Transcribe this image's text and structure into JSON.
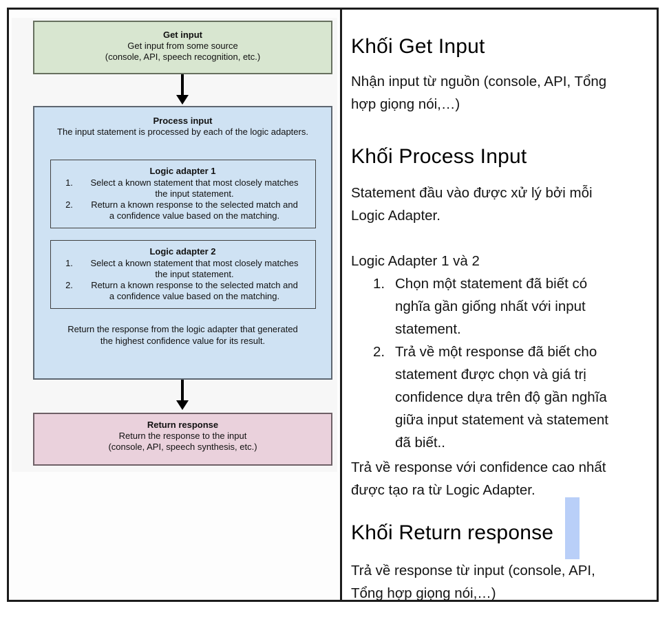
{
  "diagram": {
    "get_input_box": {
      "title": "Get input",
      "lines": [
        "Get input from some source",
        "(console, API, speech recognition, etc.)"
      ]
    },
    "process_box": {
      "title": "Process input",
      "subtitle": "The input statement is processed by each of the logic adapters.",
      "adapters": [
        {
          "title": "Logic adapter 1",
          "items": [
            {
              "num": "1.",
              "lines": [
                "Select a known statement that most closely matches",
                "the input statement."
              ]
            },
            {
              "num": "2.",
              "lines": [
                "Return a known response to the selected match and",
                "a confidence value based on the matching."
              ]
            }
          ]
        },
        {
          "title": "Logic adapter 2",
          "items": [
            {
              "num": "1.",
              "lines": [
                "Select a known statement that most closely matches",
                "the input statement."
              ]
            },
            {
              "num": "2.",
              "lines": [
                "Return a known response to the selected match and",
                "a confidence value based on the matching."
              ]
            }
          ]
        }
      ],
      "footer_lines": [
        "Return the response from the logic adapter that generated",
        "the highest confidence value for its result."
      ]
    },
    "return_box": {
      "title": "Return response",
      "lines": [
        "Return the response to the input",
        "(console, API, speech synthesis, etc.)"
      ]
    },
    "colors": {
      "get_input_fill": "#d8e6d0",
      "process_fill": "#cfe2f3",
      "return_fill": "#ead1dc",
      "arrow": "#000000"
    }
  },
  "notes": {
    "h_get_input": "Khối Get Input",
    "p_get_input_lines": [
      "Nhận input từ nguồn (console, API, Tổng",
      "hợp giọng nói,…)"
    ],
    "h_process_input": "Khối Process Input",
    "p_process_lines": [
      "Statement đầu vào được xử lý bởi mỗi",
      "Logic Adapter."
    ],
    "p_adapters_label": "Logic Adapter 1 và 2",
    "list": [
      {
        "num": "1.",
        "lines": [
          "Chọn một statement đã biết có",
          "nghĩa gần giống nhất với input",
          "statement."
        ]
      },
      {
        "num": "2.",
        "lines": [
          "Trả về một response đã biết cho",
          "statement được chọn và giá trị",
          "confidence dựa trên độ gần nghĩa",
          "giữa input statement và statement",
          "đã biết.."
        ]
      }
    ],
    "p_summary_lines": [
      "Trả về response với confidence cao nhất",
      "được tạo ra từ Logic Adapter."
    ],
    "h_return_response": "Khối Return response",
    "p_return_lines": [
      "Trả về response từ input (console, API,",
      "Tổng hợp giọng nói,…)"
    ],
    "selection_highlight_color": "#b9cff8"
  }
}
